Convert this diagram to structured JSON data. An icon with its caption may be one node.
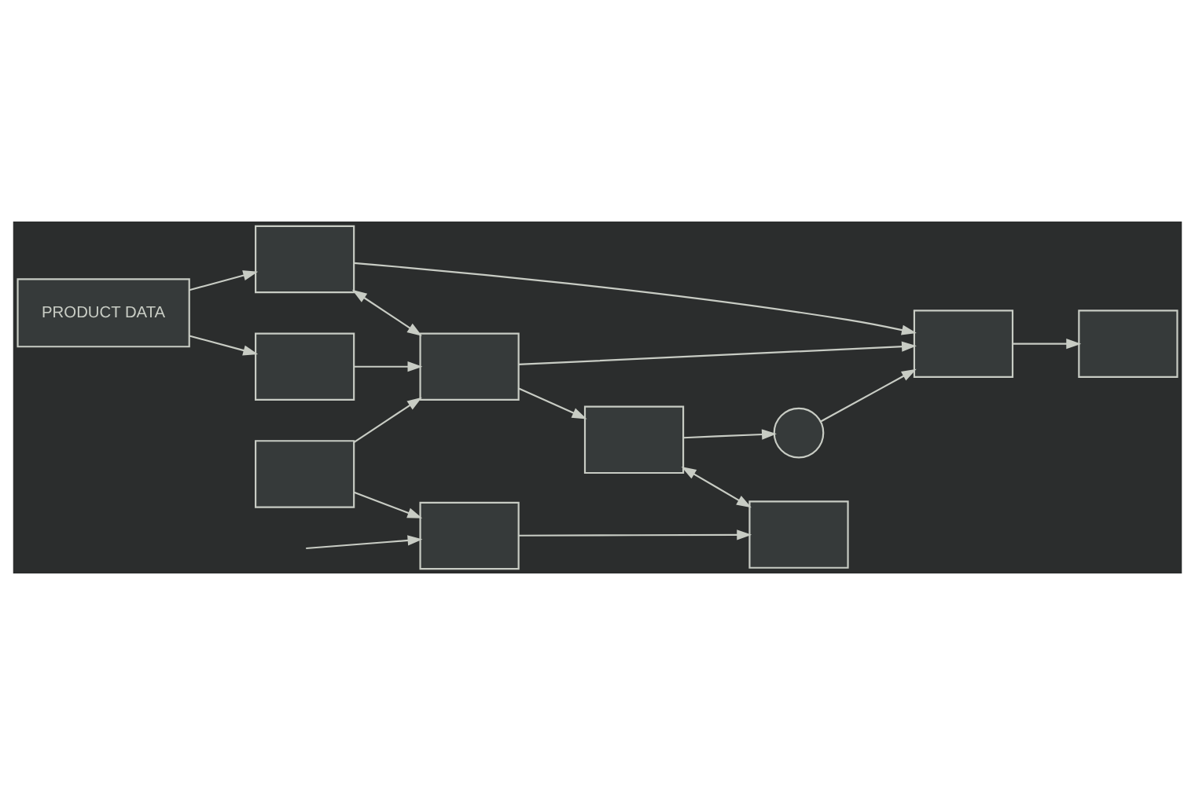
{
  "diagram": {
    "nodes": [
      {
        "text": [
          "PRODUCT DATA"
        ]
      },
      {
        "text": [],
        "shape": "box"
      },
      {
        "text": [],
        "shape": "circle"
      },
      {
        "text": [],
        "shape": "box"
      },
      {
        "text": [],
        "shape": "box"
      },
      {
        "text": [],
        "shape": "box"
      },
      {
        "text": [],
        "shape": "box"
      },
      {
        "text": [],
        "shape": "box"
      },
      {
        "text": [],
        "shape": "box"
      },
      {
        "text": [],
        "shape": "box"
      },
      {
        "text": [],
        "shape": "box"
      }
    ],
    "edges": [
      {
        "from": 0,
        "to": 5,
        "arrow": "to"
      },
      {
        "from": 0,
        "to": 1,
        "arrow": "to"
      },
      {
        "from": 1,
        "to": 3,
        "arrow": "to"
      },
      {
        "from": 2,
        "to": 3,
        "arrow": "to"
      },
      {
        "from": 3,
        "to": 4,
        "arrow": "to"
      },
      {
        "from": 7,
        "to": 2,
        "arrow": "to"
      },
      {
        "from": 1,
        "to": 6,
        "arrow": "both"
      },
      {
        "from": 5,
        "to": 6,
        "arrow": "to"
      },
      {
        "from": 6,
        "to": 7,
        "arrow": "to"
      },
      {
        "from": 6,
        "to": 3,
        "arrow": "to"
      },
      {
        "from": 8,
        "to": 6,
        "arrow": "to"
      },
      {
        "from": 8,
        "to": 9,
        "arrow": "to"
      },
      {
        "from": 9,
        "to": 10,
        "arrow": "to"
      },
      {
        "from": 7,
        "to": 10,
        "arrow": "both"
      },
      {
        "from": null,
        "to": 9,
        "arrow": "to"
      }
    ]
  }
}
